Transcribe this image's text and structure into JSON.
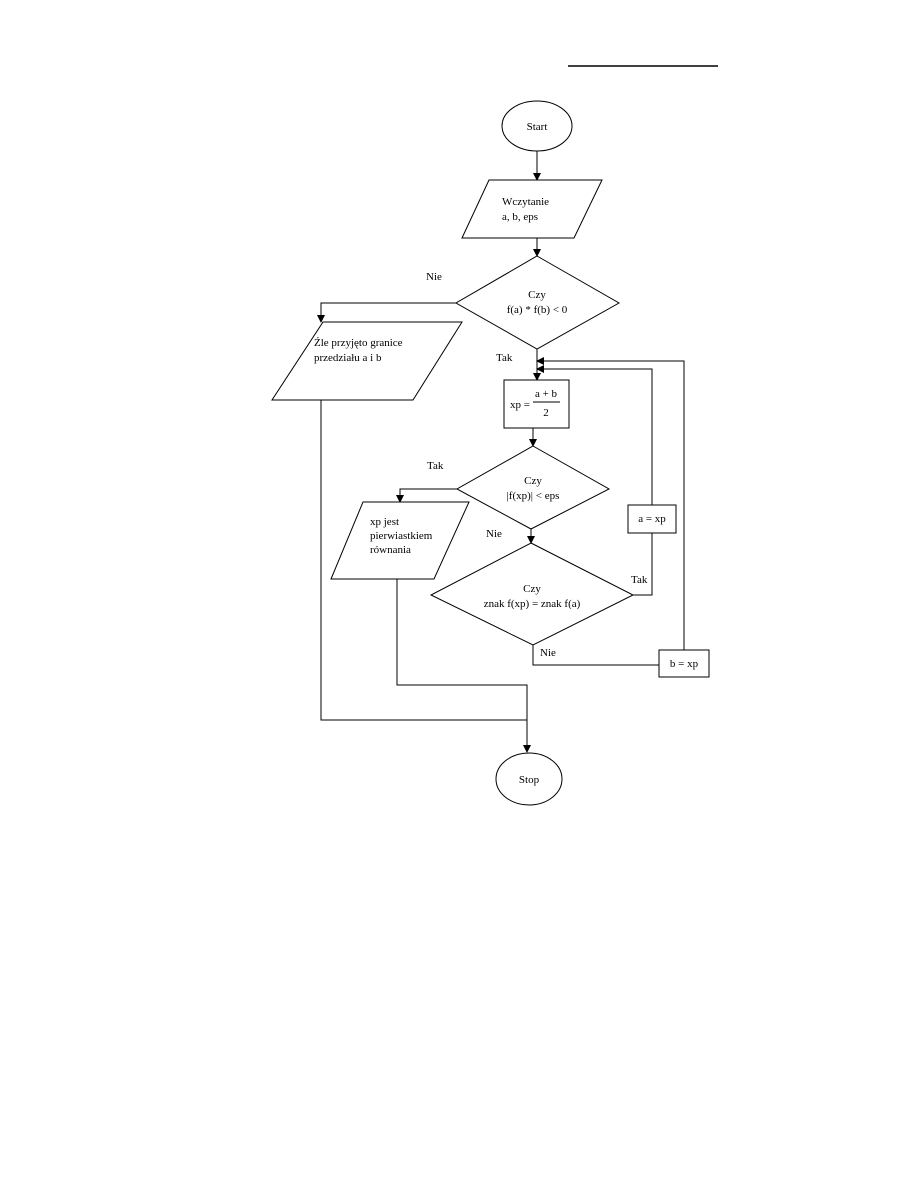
{
  "flowchart": {
    "start": "Start",
    "input": {
      "line1": "Wczytanie",
      "line2": "a, b, eps"
    },
    "cond1": {
      "line1": "Czy",
      "line2": "f(a) * f(b) < 0",
      "no_label": "Nie",
      "yes_label": "Tak"
    },
    "error_output": {
      "line1": "Źle przyjęto granice",
      "line2": "przedziału a i b"
    },
    "midpoint": {
      "lhs": "xp =",
      "numerator": "a + b",
      "denominator": "2"
    },
    "cond2": {
      "line1": "Czy",
      "line2": "|f(xp)| < eps",
      "yes_label": "Tak",
      "no_label": "Nie"
    },
    "root_output": {
      "line1": "xp jest",
      "line2": "pierwiastkiem",
      "line3": "równania"
    },
    "cond3": {
      "line1": "Czy",
      "line2": "znak f(xp) = znak f(a)",
      "yes_label": "Tak",
      "no_label": "Nie"
    },
    "assign_a": "a = xp",
    "assign_b": "b = xp",
    "stop": "Stop"
  }
}
